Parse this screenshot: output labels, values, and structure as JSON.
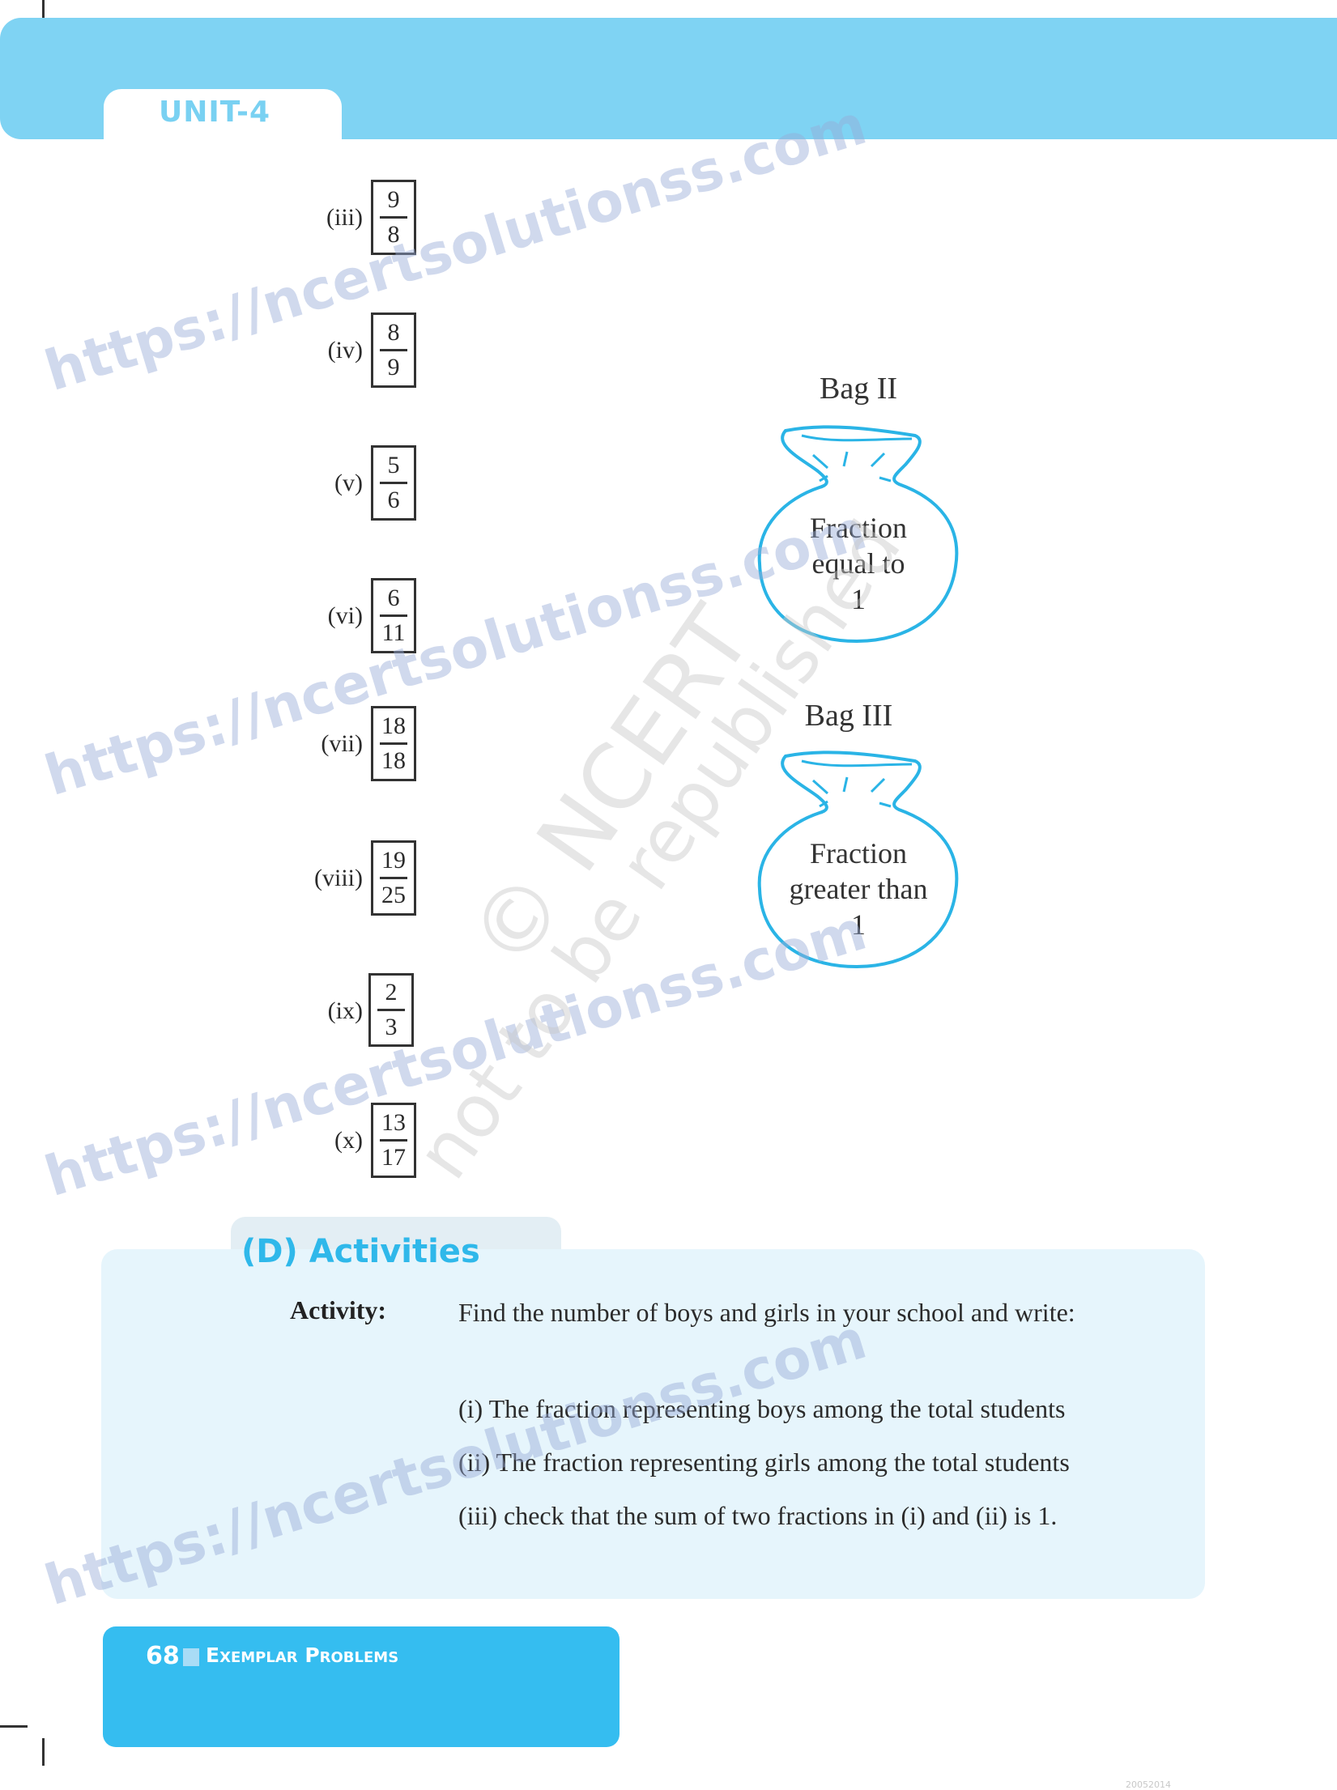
{
  "header": {
    "unit_label": "UNIT-4",
    "band_color": "#7fd3f3"
  },
  "fractions": [
    {
      "label": "(iii)",
      "numerator": "9",
      "denominator": "8"
    },
    {
      "label": "(iv)",
      "numerator": "8",
      "denominator": "9"
    },
    {
      "label": "(v)",
      "numerator": "5",
      "denominator": "6"
    },
    {
      "label": "(vi)",
      "numerator": "6",
      "denominator": "11"
    },
    {
      "label": "(vii)",
      "numerator": "18",
      "denominator": "18"
    },
    {
      "label": "(viii)",
      "numerator": "19",
      "denominator": "25"
    },
    {
      "label": "(ix)",
      "numerator": "2",
      "denominator": "3"
    },
    {
      "label": "(x)",
      "numerator": "13",
      "denominator": "17"
    }
  ],
  "bags": [
    {
      "title": "Bag II",
      "lines": [
        "Fraction",
        "equal to",
        "1"
      ]
    },
    {
      "title": "Bag III",
      "lines": [
        "Fraction",
        "greater than",
        "1"
      ]
    }
  ],
  "activities": {
    "heading": "(D) Activities",
    "label": "Activity:",
    "intro": "Find the number of boys and girls in your school and write:",
    "items": [
      "(i) The fraction representing boys among the total students",
      "(ii) The fraction representing girls among the total students",
      "(iii) check that the sum of two fractions in (i) and (ii) is 1."
    ]
  },
  "footer": {
    "page_number": "68",
    "title": "Exemplar Problems",
    "stamp": "20052014"
  },
  "watermarks": {
    "site": "https://ncertsolutionss.com",
    "ncert": "© NCERT",
    "notice": "not to be republished"
  }
}
